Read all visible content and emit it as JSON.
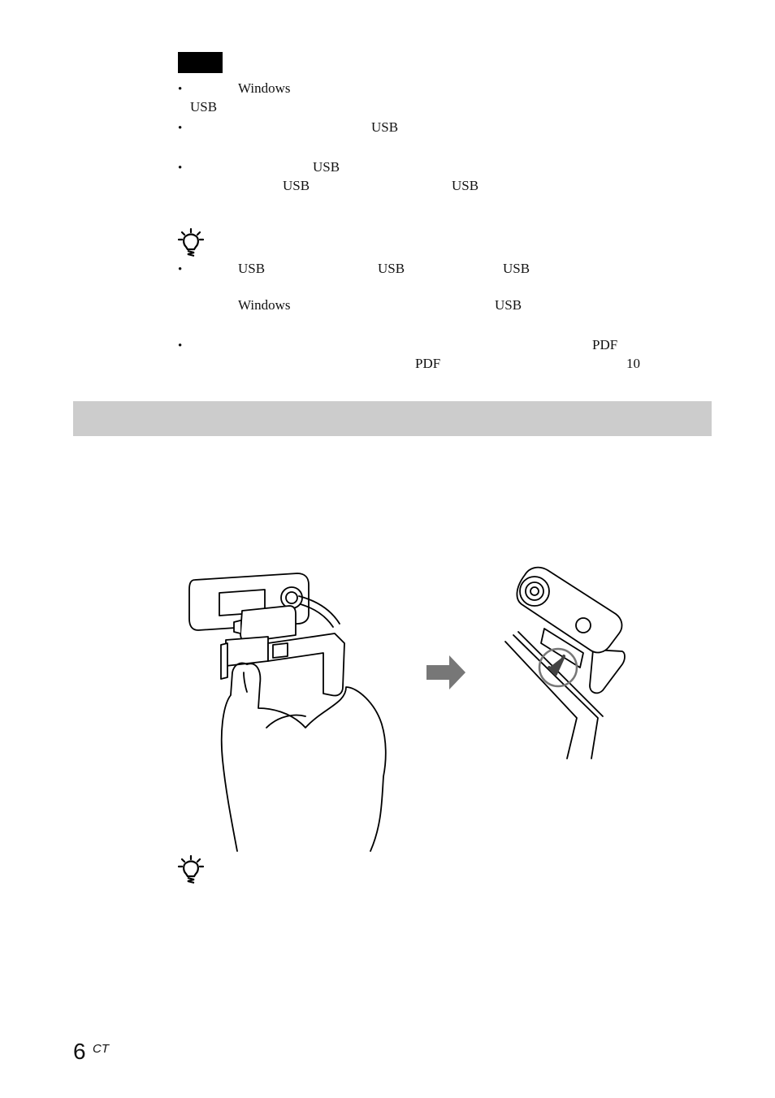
{
  "note": {
    "bullet": "•",
    "items": [
      {
        "texts": [
          "Windows",
          "USB"
        ]
      },
      {
        "texts": [
          "USB"
        ]
      },
      {
        "texts": [
          "USB",
          "USB",
          "USB"
        ]
      }
    ]
  },
  "tips": {
    "bullet": "•",
    "items": [
      {
        "texts": [
          "USB",
          "USB",
          "USB",
          "Windows",
          "USB"
        ]
      },
      {
        "texts": [
          "PDF",
          "PDF",
          "10"
        ]
      }
    ]
  },
  "footer": {
    "page_number": "6",
    "page_suffix": "CT"
  },
  "icons": [
    "tip-lightbulb-icon",
    "arrow-right-icon",
    "webcam-illustration",
    "hand-illustration",
    "monitor-illustration"
  ],
  "colors": {
    "note_box": "#000000",
    "section_bar": "#cccccc",
    "arrow": "#777777"
  }
}
